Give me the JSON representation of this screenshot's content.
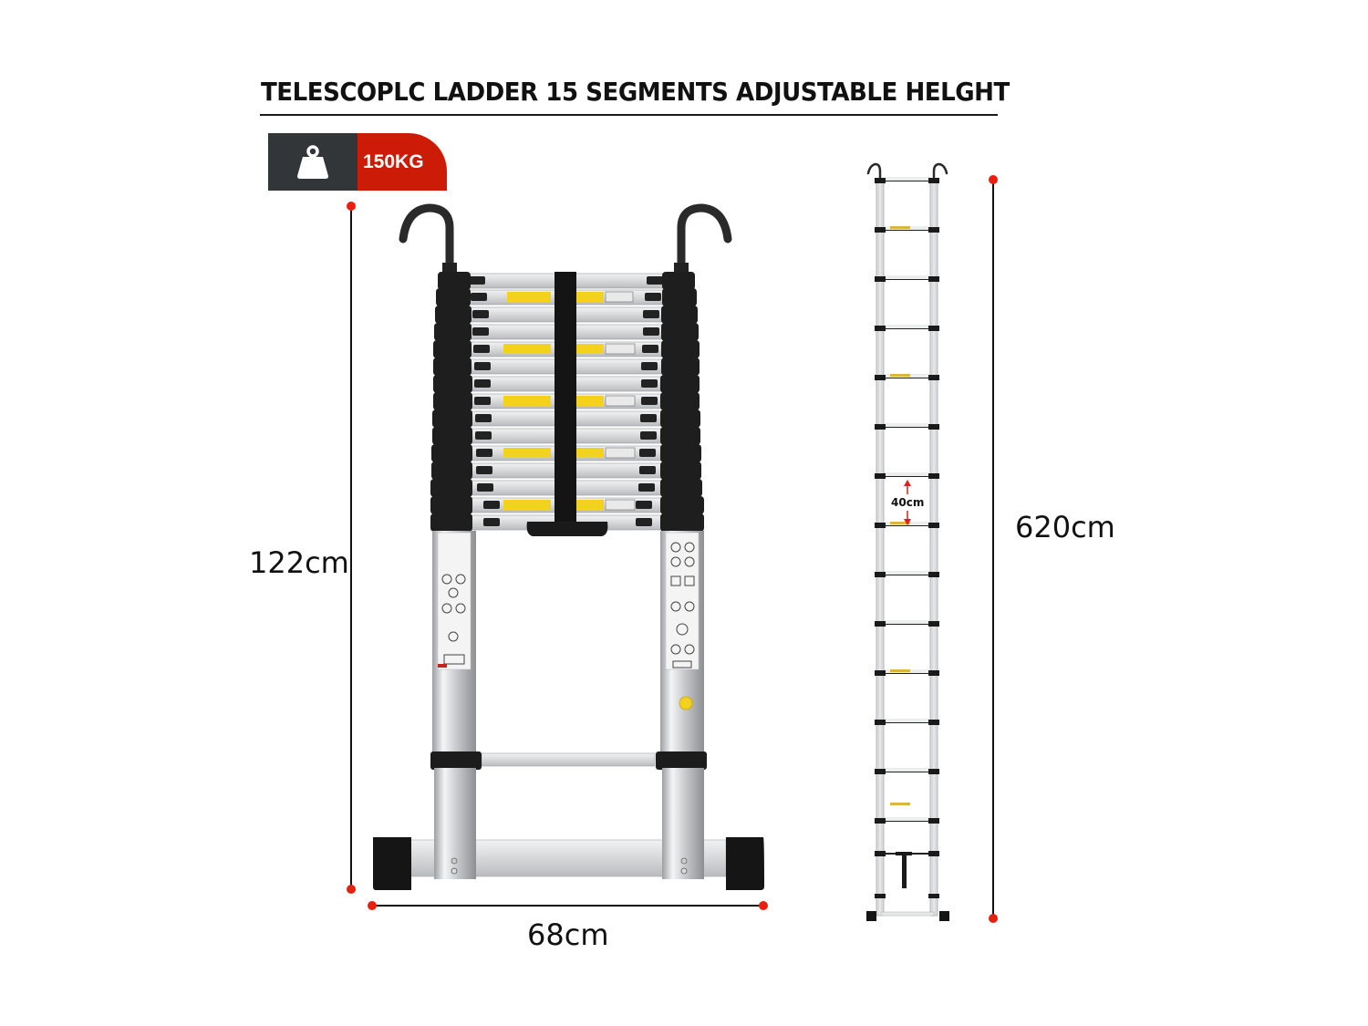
{
  "title": "TELESCOPLC LADDER 15 SEGMENTS ADJUSTABLE HELGHT",
  "badge": {
    "icon": "weight-icon",
    "value": "150KG",
    "colors": {
      "icon_bg": "#333638",
      "value_bg": "#cc1b06",
      "value_text": "#ffffff"
    }
  },
  "dimensions": {
    "closed_height": "122cm",
    "width": "68cm",
    "extended_height": "620cm",
    "rung_spacing": "40cm"
  },
  "colors": {
    "dimension_dot": "#e8200e",
    "dimension_line": "#111111",
    "aluminium": "#d9dadc",
    "rubber": "#1c1c1c",
    "warning_label": "#f2d21c",
    "arrow": "#d8231a"
  },
  "ladder": {
    "segments": 15,
    "folded_rungs": 15,
    "extended_rungs": 15
  }
}
